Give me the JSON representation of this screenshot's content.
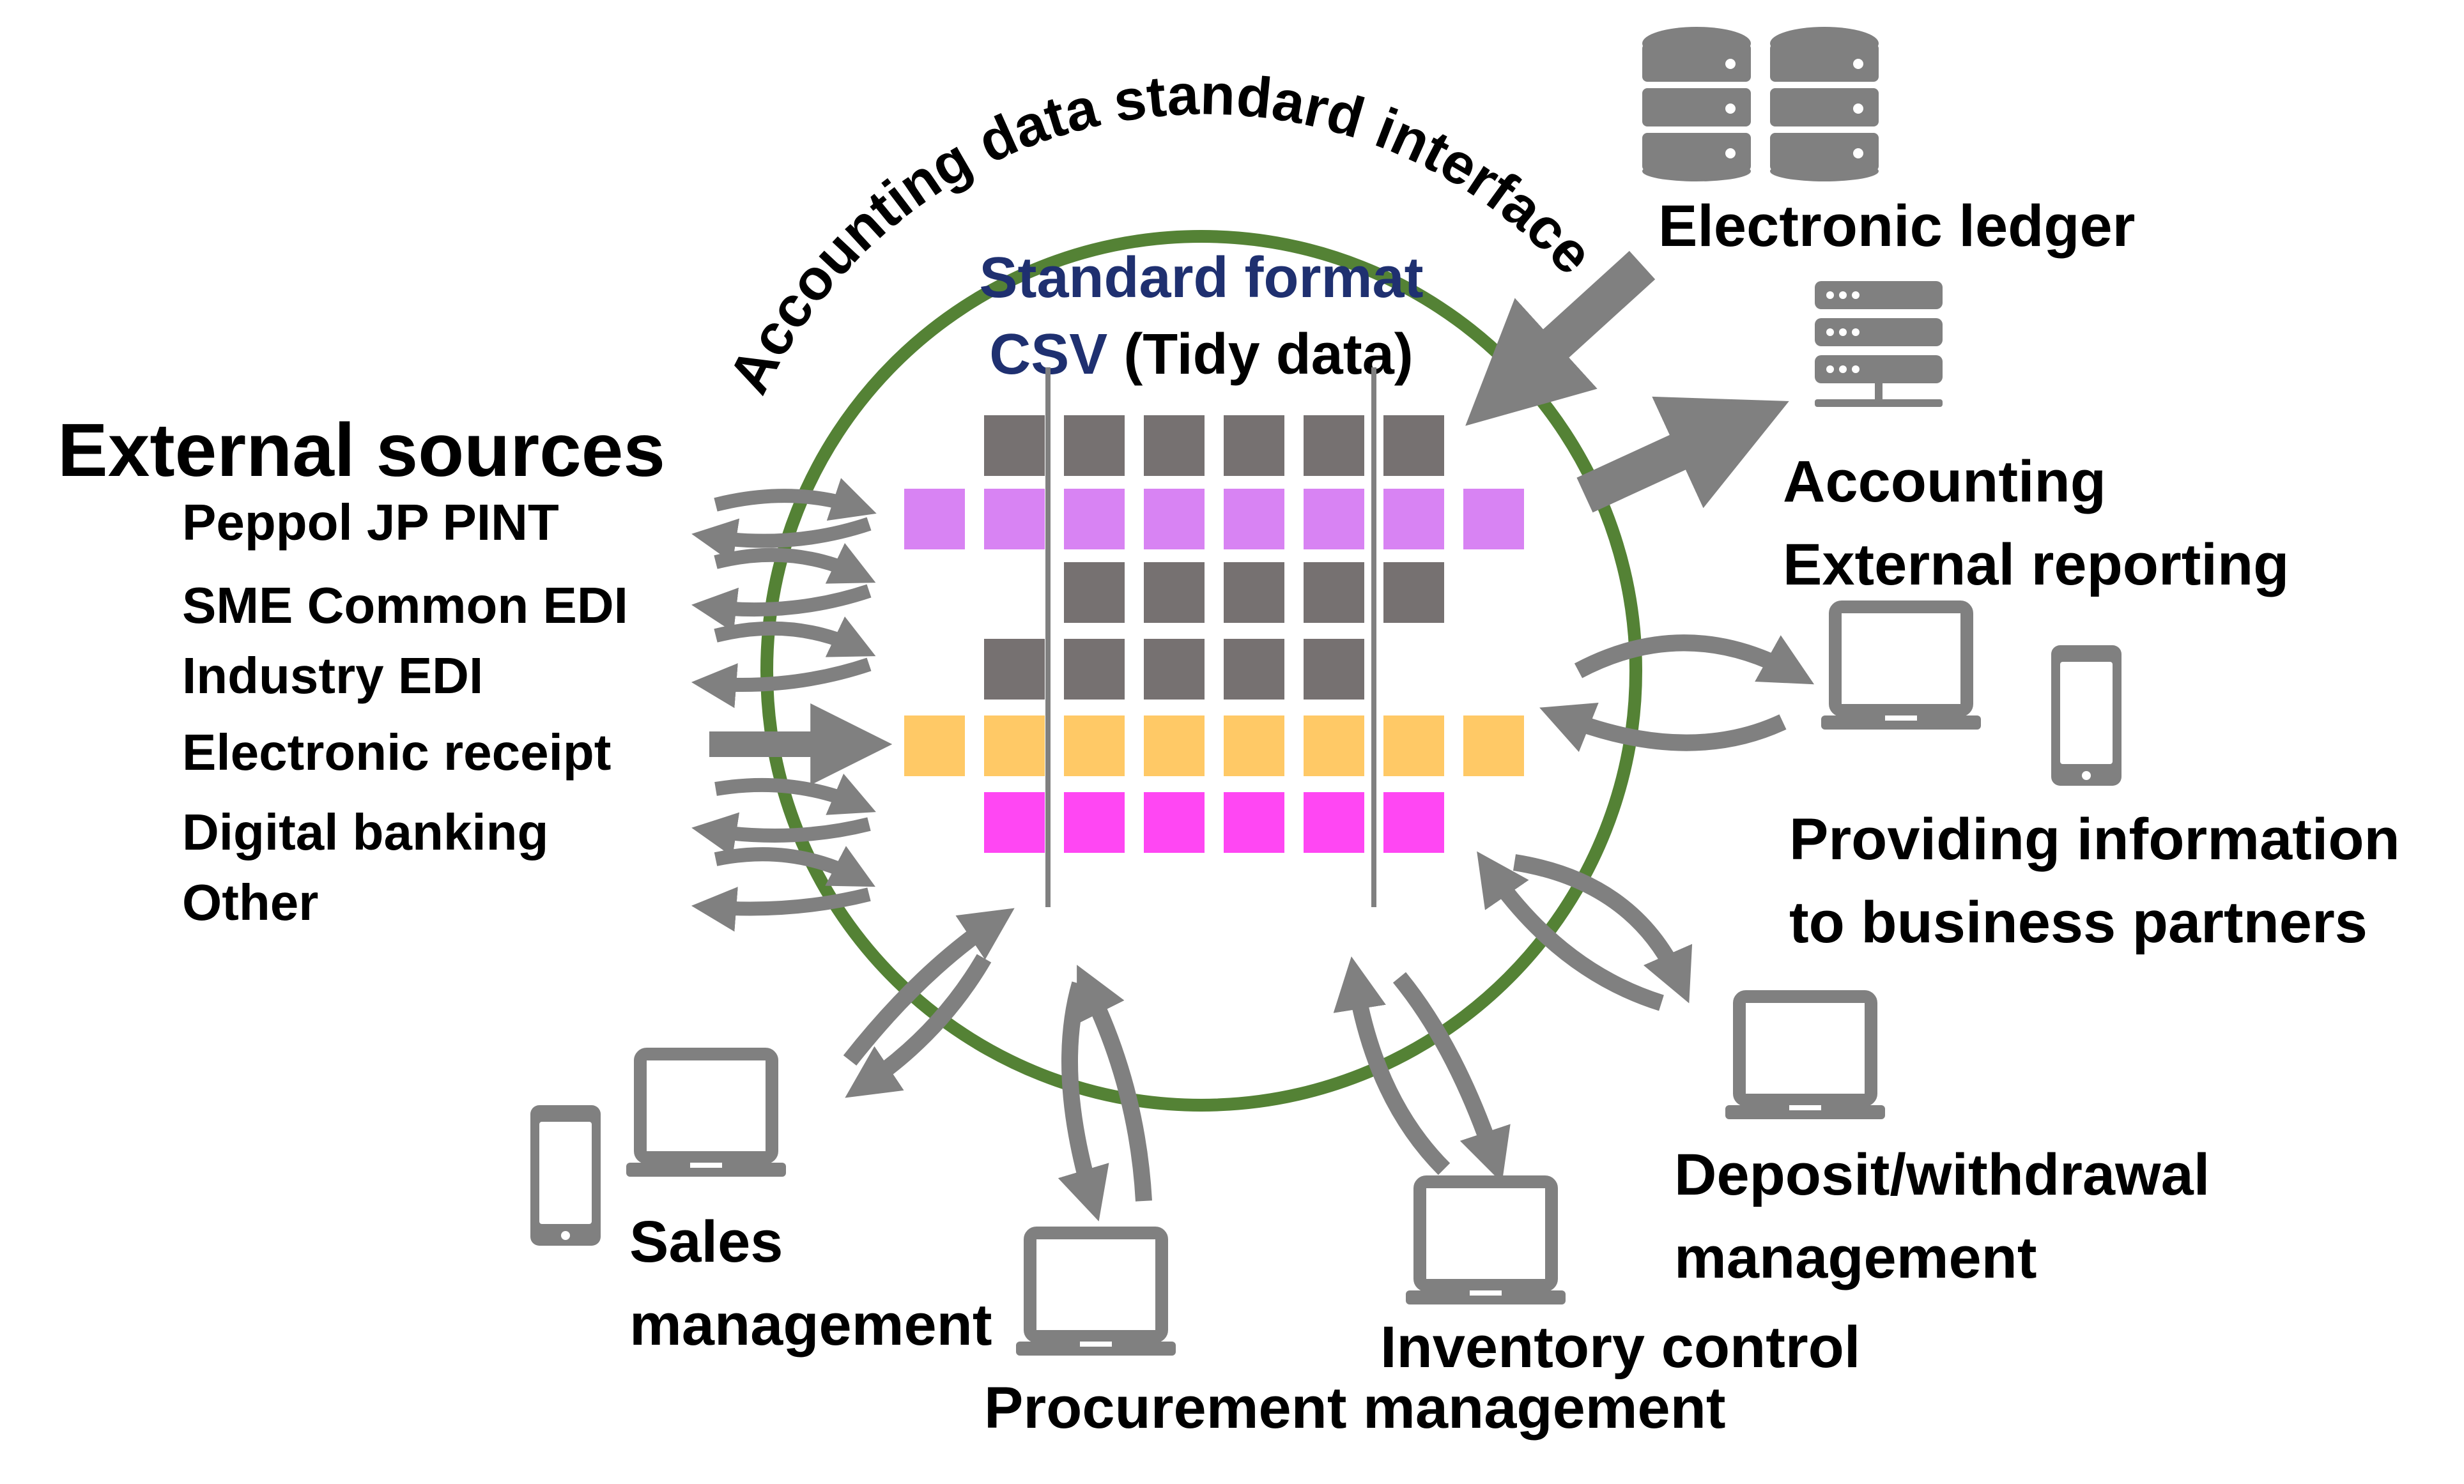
{
  "interface_title": "Accounting data standard interface",
  "standard_format": {
    "line1": "Standard format",
    "line2_csv": "CSV",
    "line2_rest": " (Tidy data)"
  },
  "external_sources": {
    "title": "External sources",
    "items": [
      "Peppol JP PINT",
      "SME Common EDI",
      "Industry EDI",
      "Electronic receipt",
      "Digital banking",
      "Other"
    ]
  },
  "electronic_ledger": "Electronic ledger",
  "accounting": {
    "line1": "Accounting",
    "line2": "External reporting"
  },
  "business_partners": {
    "line1": "Providing information",
    "line2": "to business partners"
  },
  "deposit": {
    "line1": "Deposit/withdrawal",
    "line2": "management"
  },
  "inventory": "Inventory control",
  "procurement": "Procurement management",
  "sales": {
    "line1": "Sales",
    "line2": "management"
  },
  "colors": {
    "ring": "#548235",
    "gray_cell": "#767171",
    "violet_cell": "#d883f3",
    "orange_cell": "#ffc966",
    "magenta_cell": "#ff47f3",
    "arrow": "#808080",
    "navy_text": "#1f3070"
  },
  "icons": {
    "ledger": "database-icon",
    "accounting": "server-icon",
    "devices": "laptop-icon",
    "mobile": "smartphone-icon"
  }
}
